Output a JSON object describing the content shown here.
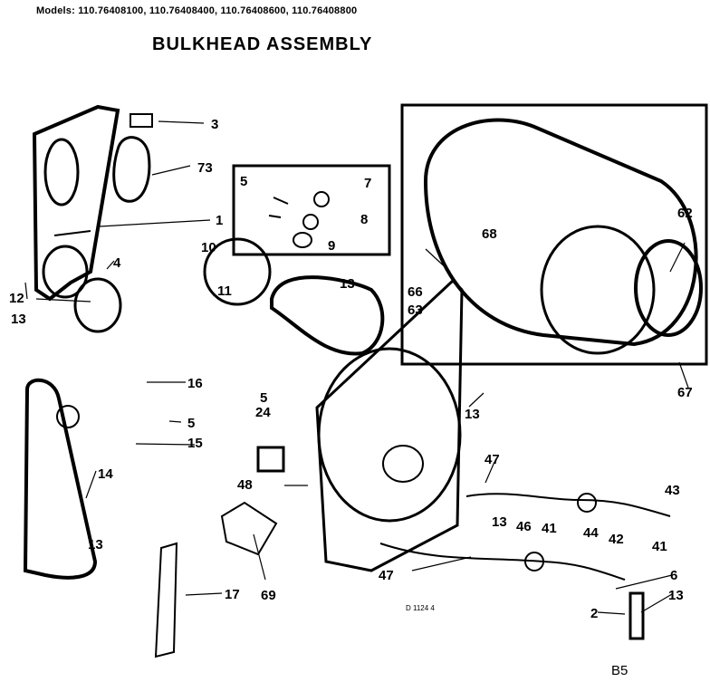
{
  "header": {
    "models_line": "Models: 110.76408100, 110.76408400, 110.76408600, 110.76408800",
    "title": "BULKHEAD ASSEMBLY"
  },
  "diagram": {
    "part_numbers": [
      "3",
      "73",
      "1",
      "4",
      "13",
      "5",
      "7",
      "8",
      "9",
      "10",
      "13",
      "11",
      "12",
      "16",
      "5",
      "15",
      "14",
      "13",
      "5",
      "24",
      "48",
      "17",
      "69",
      "68",
      "62",
      "66",
      "63",
      "67",
      "13",
      "47",
      "13",
      "46",
      "41",
      "44",
      "43",
      "42",
      "41",
      "47",
      "6",
      "2",
      "13"
    ],
    "code": "D 1124 4",
    "page_mark": "B5"
  },
  "colors": {
    "ink": "#000000",
    "paper": "#ffffff"
  }
}
